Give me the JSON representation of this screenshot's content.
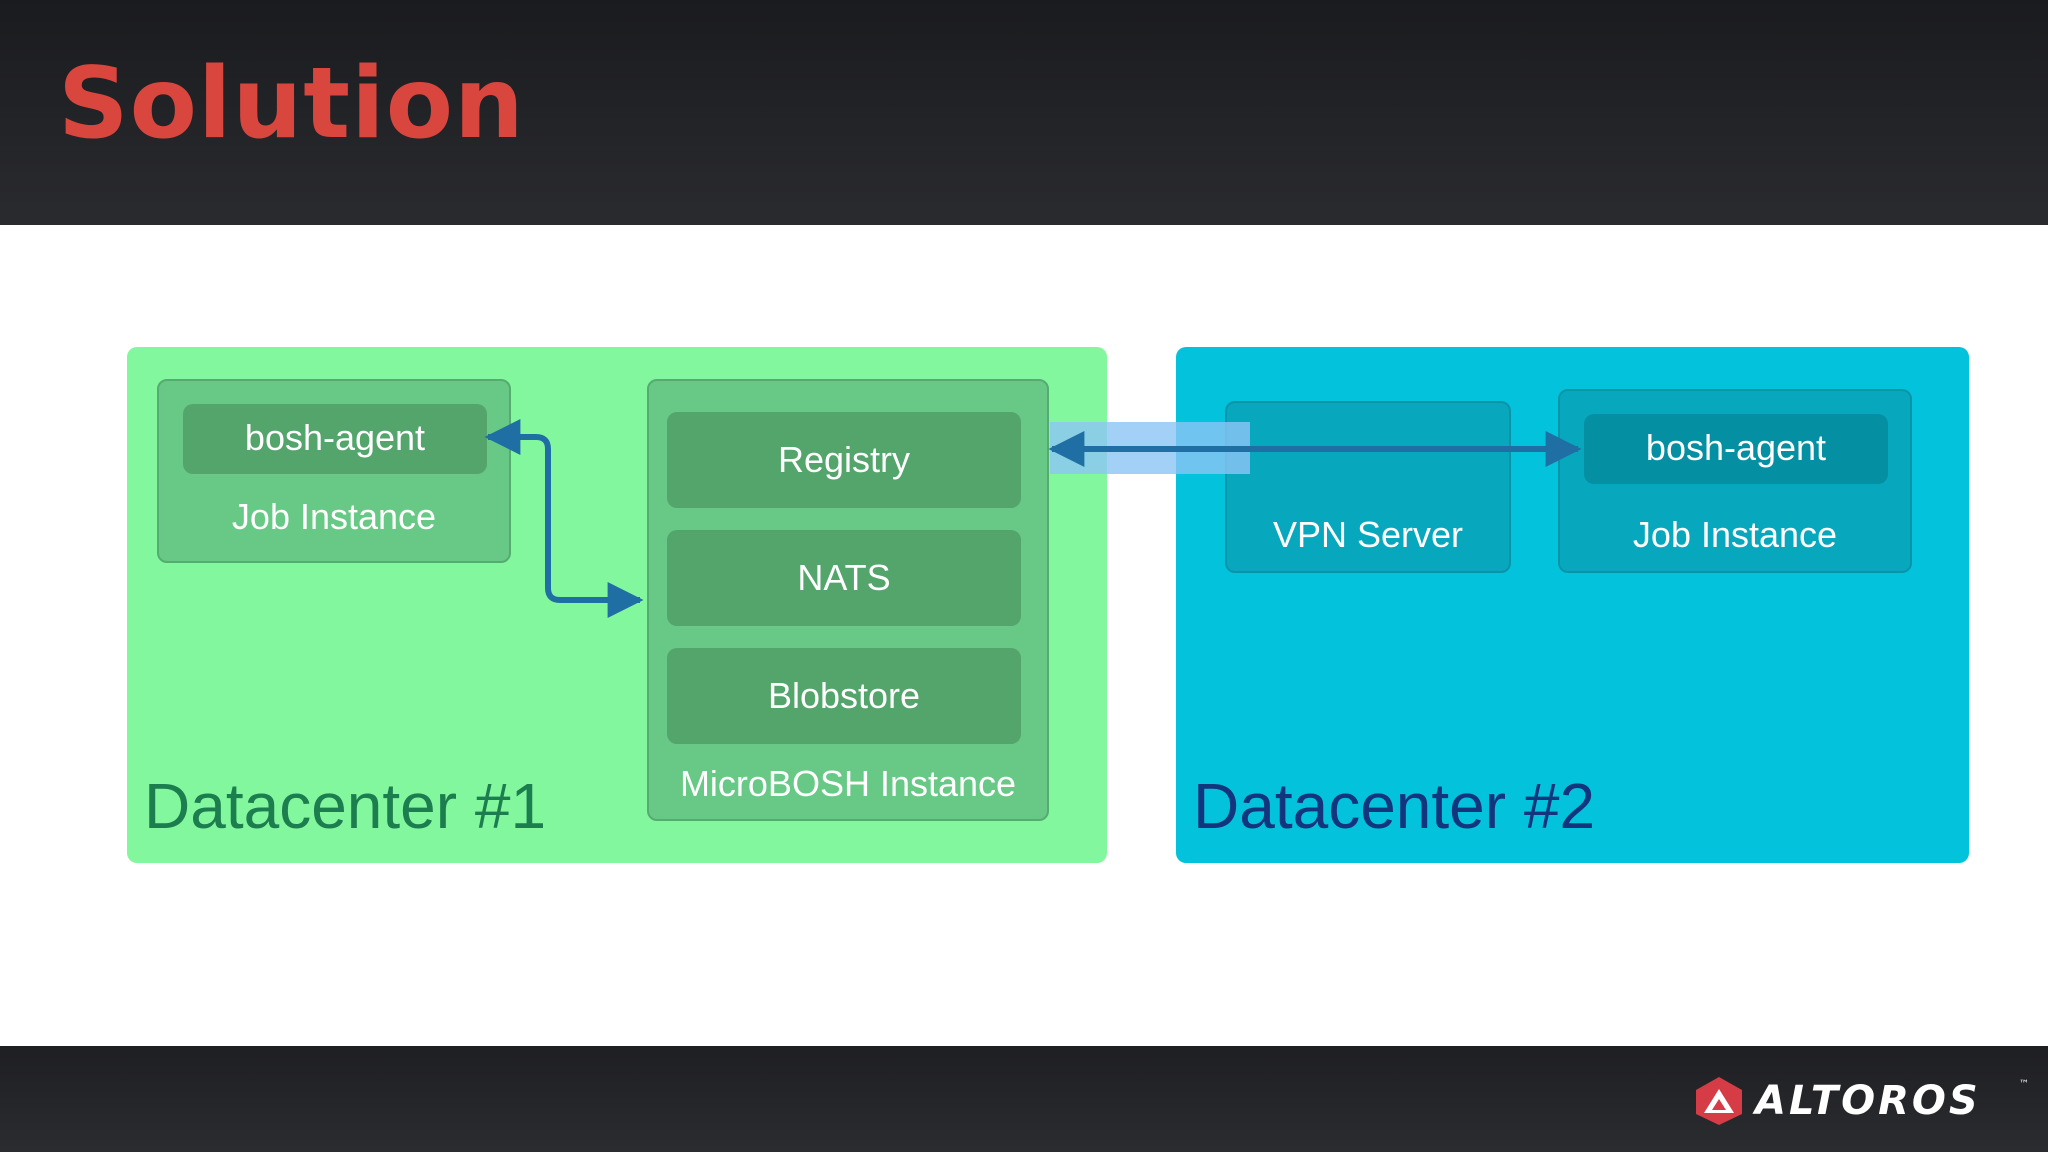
{
  "slide": {
    "title": "Solution"
  },
  "datacenter1": {
    "label": "Datacenter #1",
    "job_instance": {
      "agent_label": "bosh-agent",
      "label": "Job Instance"
    },
    "microbosh": {
      "registry": "Registry",
      "nats": "NATS",
      "blobstore": "Blobstore",
      "label": "MicroBOSH Instance"
    }
  },
  "datacenter2": {
    "label": "Datacenter #2",
    "vpn_server": {
      "label": "VPN Server"
    },
    "job_instance": {
      "agent_label": "bosh-agent",
      "label": "Job Instance"
    }
  },
  "footer": {
    "logo_text": "ALTOROS",
    "trademark": "™"
  },
  "colors": {
    "title": "#d9463e",
    "datacenter1_bg": "#82f79e",
    "datacenter2_bg": "#03c2dc",
    "arrow": "#1f6fa5",
    "vpn_tunnel": "#8cc4f5",
    "logo_red": "#d63c45"
  }
}
